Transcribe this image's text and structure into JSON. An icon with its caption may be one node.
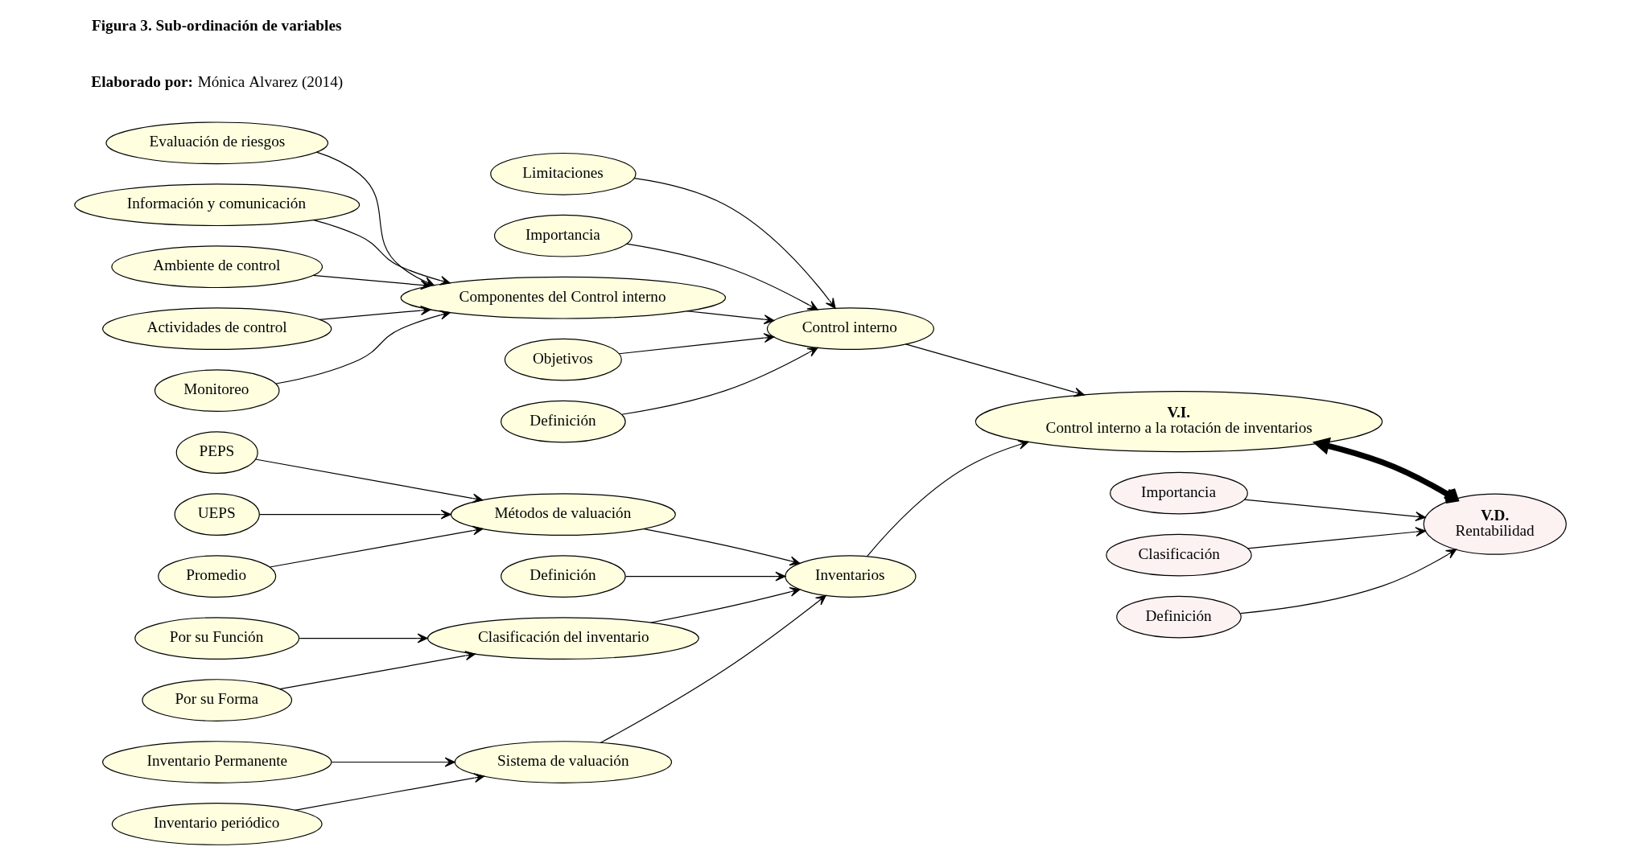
{
  "diagram": {
    "nodes": [
      {
        "text": [
          "Inventario Permanente"
        ]
      },
      {
        "text": [
          "Inventario periódico"
        ]
      },
      {
        "text": [
          "Por su Forma"
        ]
      },
      {
        "text": [
          "Por su Función"
        ]
      },
      {
        "text": [
          "Importancia"
        ]
      },
      {
        "text": [
          "Clasificación"
        ]
      },
      {
        "text": [
          "Definición"
        ]
      },
      {
        "text": [
          "Clasificación del inventario"
        ]
      },
      {
        "text": [
          "Sistema de valuación"
        ]
      },
      {
        "text": [
          "V.I.",
          "Control interno a la rotación de inventarios"
        ]
      },
      {
        "text": [
          "V.D.",
          "Rentabilidad"
        ]
      },
      {
        "text": [
          "PEPS"
        ]
      },
      {
        "text": [
          "Inventarios"
        ]
      },
      {
        "text": [
          "UEPS"
        ]
      },
      {
        "text": [
          "Métodos de valuación"
        ]
      },
      {
        "text": [
          "Definición"
        ]
      },
      {
        "text": [
          "Promedio"
        ]
      },
      {
        "text": [
          "Control interno"
        ]
      },
      {
        "text": [
          "Definición"
        ]
      },
      {
        "text": [
          "Limitaciones"
        ]
      },
      {
        "text": [
          "Importancia"
        ]
      },
      {
        "text": [
          "Ambiente de control"
        ]
      },
      {
        "text": [
          "Componentes del Control interno"
        ]
      },
      {
        "text": [
          "Objetivos"
        ]
      },
      {
        "text": [
          "Actividades de control"
        ]
      },
      {
        "text": [
          "Monitoreo"
        ]
      },
      {
        "text": [
          "Evaluación de riesgos"
        ]
      },
      {
        "text": [
          "Información y comunicación"
        ]
      }
    ],
    "edges": [
      {
        "from": 1,
        "to": 8,
        "arrow": "to"
      },
      {
        "from": 0,
        "to": 8,
        "arrow": "to"
      },
      {
        "from": 2,
        "to": 7,
        "arrow": "to"
      },
      {
        "from": 3,
        "to": 7,
        "arrow": "to"
      },
      {
        "from": 7,
        "to": 12,
        "arrow": "to"
      },
      {
        "from": 8,
        "to": 12,
        "arrow": "to"
      },
      {
        "from": 11,
        "to": 14,
        "arrow": "to"
      },
      {
        "from": 13,
        "to": 14,
        "arrow": "to"
      },
      {
        "from": 16,
        "to": 14,
        "arrow": "to"
      },
      {
        "from": 14,
        "to": 12,
        "arrow": "to"
      },
      {
        "from": 15,
        "to": 12,
        "arrow": "to"
      },
      {
        "from": 12,
        "to": 9,
        "arrow": "to"
      },
      {
        "from": 9,
        "to": 10,
        "arrow": "both",
        "style": "thick"
      },
      {
        "from": 6,
        "to": 10,
        "arrow": "to"
      },
      {
        "from": 4,
        "to": 10,
        "arrow": "to"
      },
      {
        "from": 5,
        "to": 10,
        "arrow": "to"
      },
      {
        "from": 17,
        "to": 9,
        "arrow": "to"
      },
      {
        "from": 19,
        "to": 17,
        "arrow": "to"
      },
      {
        "from": 18,
        "to": 17,
        "arrow": "to"
      },
      {
        "from": 20,
        "to": 17,
        "arrow": "to"
      },
      {
        "from": 23,
        "to": 17,
        "arrow": "to"
      },
      {
        "from": 22,
        "to": 17,
        "arrow": "to"
      },
      {
        "from": 21,
        "to": 22,
        "arrow": "to"
      },
      {
        "from": 24,
        "to": 22,
        "arrow": "to"
      },
      {
        "from": 26,
        "to": 22,
        "arrow": "to"
      },
      {
        "from": 27,
        "to": 22,
        "arrow": "to"
      },
      {
        "from": 25,
        "to": 22,
        "arrow": "to"
      }
    ],
    "labels": [
      "**Figura 3. Sub-ordinación de variables**",
      "**Elaborado por:** Mónica Alvarez (2014)"
    ]
  }
}
